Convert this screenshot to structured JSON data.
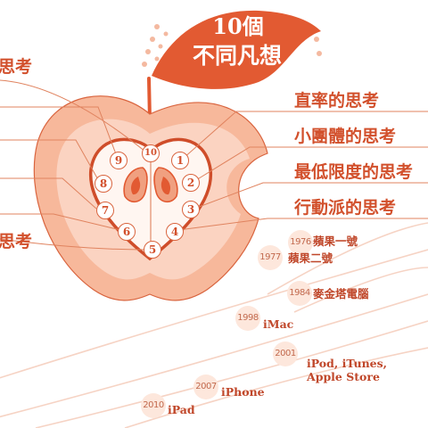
{
  "title": {
    "line1": "10個",
    "line2": "不同凡想"
  },
  "left_labels": [
    "思考",
    "思考"
  ],
  "right_labels": [
    "直率的思考",
    "小團體的思考",
    "最低限度的思考",
    "行動派的思考"
  ],
  "heart_numbers": [
    "1",
    "2",
    "3",
    "4",
    "5",
    "6",
    "7",
    "8",
    "9",
    "10"
  ],
  "timeline": [
    {
      "year": "1976",
      "product": "蘋果一號"
    },
    {
      "year": "1977",
      "product": "蘋果二號"
    },
    {
      "year": "1984",
      "product": "麥金塔電腦"
    },
    {
      "year": "1998",
      "product": "iMac"
    },
    {
      "year": "2001",
      "product": "iPod, iTunes,\nApple Store"
    },
    {
      "year": "2007",
      "product": "iPhone"
    },
    {
      "year": "2010",
      "product": "iPad"
    }
  ],
  "colors": {
    "accent": "#e25a32",
    "apple_flesh": "#f7b89b",
    "apple_inner": "#fbd3c1",
    "apple_line": "#d9643e",
    "orbit": "#f6d3c4"
  }
}
